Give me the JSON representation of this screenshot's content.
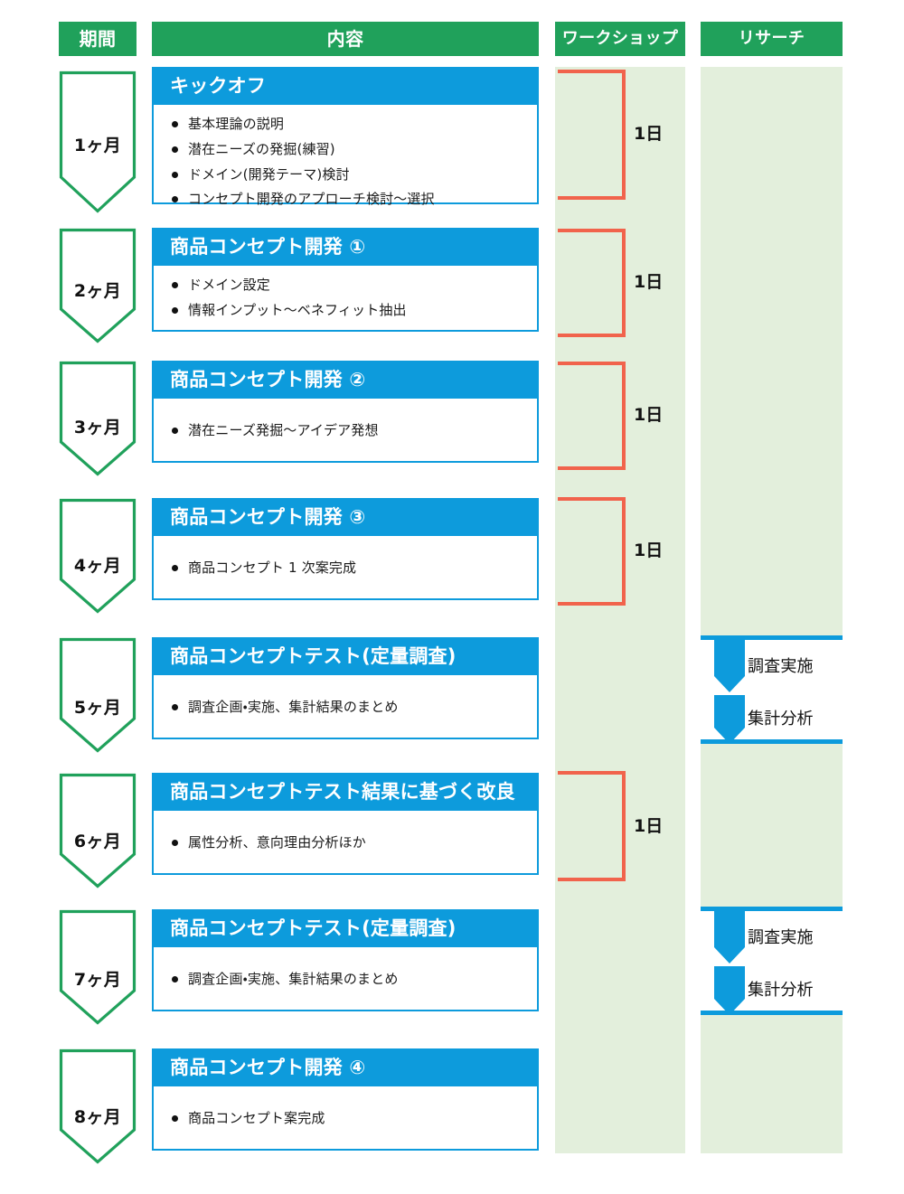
{
  "columns": {
    "period": "期間",
    "content": "内容",
    "workshop": "ワークショップ",
    "research": "リサーチ"
  },
  "colors": {
    "header_green": "#20A15B",
    "card_blue": "#0D9BDC",
    "strip_green": "#E3EFDC",
    "bracket_red": "#F1634C",
    "pentagon_green": "#20A15B",
    "text_dark": "#111111"
  },
  "rows": [
    {
      "period": "1ヶ月",
      "title": "キックオフ",
      "items": [
        "基本理論の説明",
        "潜在ニーズの発掘(練習)",
        "ドメイン(開発テーマ)検討",
        "コンセプト開発のアプローチ検討〜選択"
      ],
      "workshop": "1日",
      "research": null
    },
    {
      "period": "2ヶ月",
      "title": "商品コンセプト開発 ①",
      "items": [
        "ドメイン設定",
        "情報インプット〜ベネフィット抽出"
      ],
      "workshop": "1日",
      "research": null
    },
    {
      "period": "3ヶ月",
      "title": "商品コンセプト開発 ②",
      "items": [
        "潜在ニーズ発掘〜アイデア発想"
      ],
      "workshop": "1日",
      "research": null
    },
    {
      "period": "4ヶ月",
      "title": "商品コンセプト開発 ③",
      "items": [
        "商品コンセプト 1 次案完成"
      ],
      "workshop": "1日",
      "research": null
    },
    {
      "period": "5ヶ月",
      "title": "商品コンセプトテスト(定量調査)",
      "items": [
        "調査企画・実施、集計結果のまとめ"
      ],
      "workshop": null,
      "research": [
        "調査実施",
        "集計分析"
      ]
    },
    {
      "period": "6ヶ月",
      "title": "商品コンセプトテスト結果に基づく改良",
      "items": [
        "属性分析、意向理由分析ほか"
      ],
      "workshop": "1日",
      "research": null
    },
    {
      "period": "7ヶ月",
      "title": "商品コンセプトテスト(定量調査)",
      "items": [
        "調査企画・実施、集計結果のまとめ"
      ],
      "workshop": null,
      "research": [
        "調査実施",
        "集計分析"
      ]
    },
    {
      "period": "8ヶ月",
      "title": "商品コンセプト開発 ④",
      "items": [
        "商品コンセプト案完成"
      ],
      "workshop": null,
      "research": null
    }
  ],
  "workshop_brackets": [
    {
      "label": "1日",
      "row": 1
    },
    {
      "label": "1日",
      "row": 2
    },
    {
      "label": "1日",
      "row": 3
    },
    {
      "label": "1日",
      "row": 4
    },
    {
      "label": "1日",
      "row": 6
    }
  ],
  "research_blocks": [
    {
      "steps": [
        "調査実施",
        "集計分析"
      ],
      "row": 5
    },
    {
      "steps": [
        "調査実施",
        "集計分析"
      ],
      "row": 7
    }
  ]
}
